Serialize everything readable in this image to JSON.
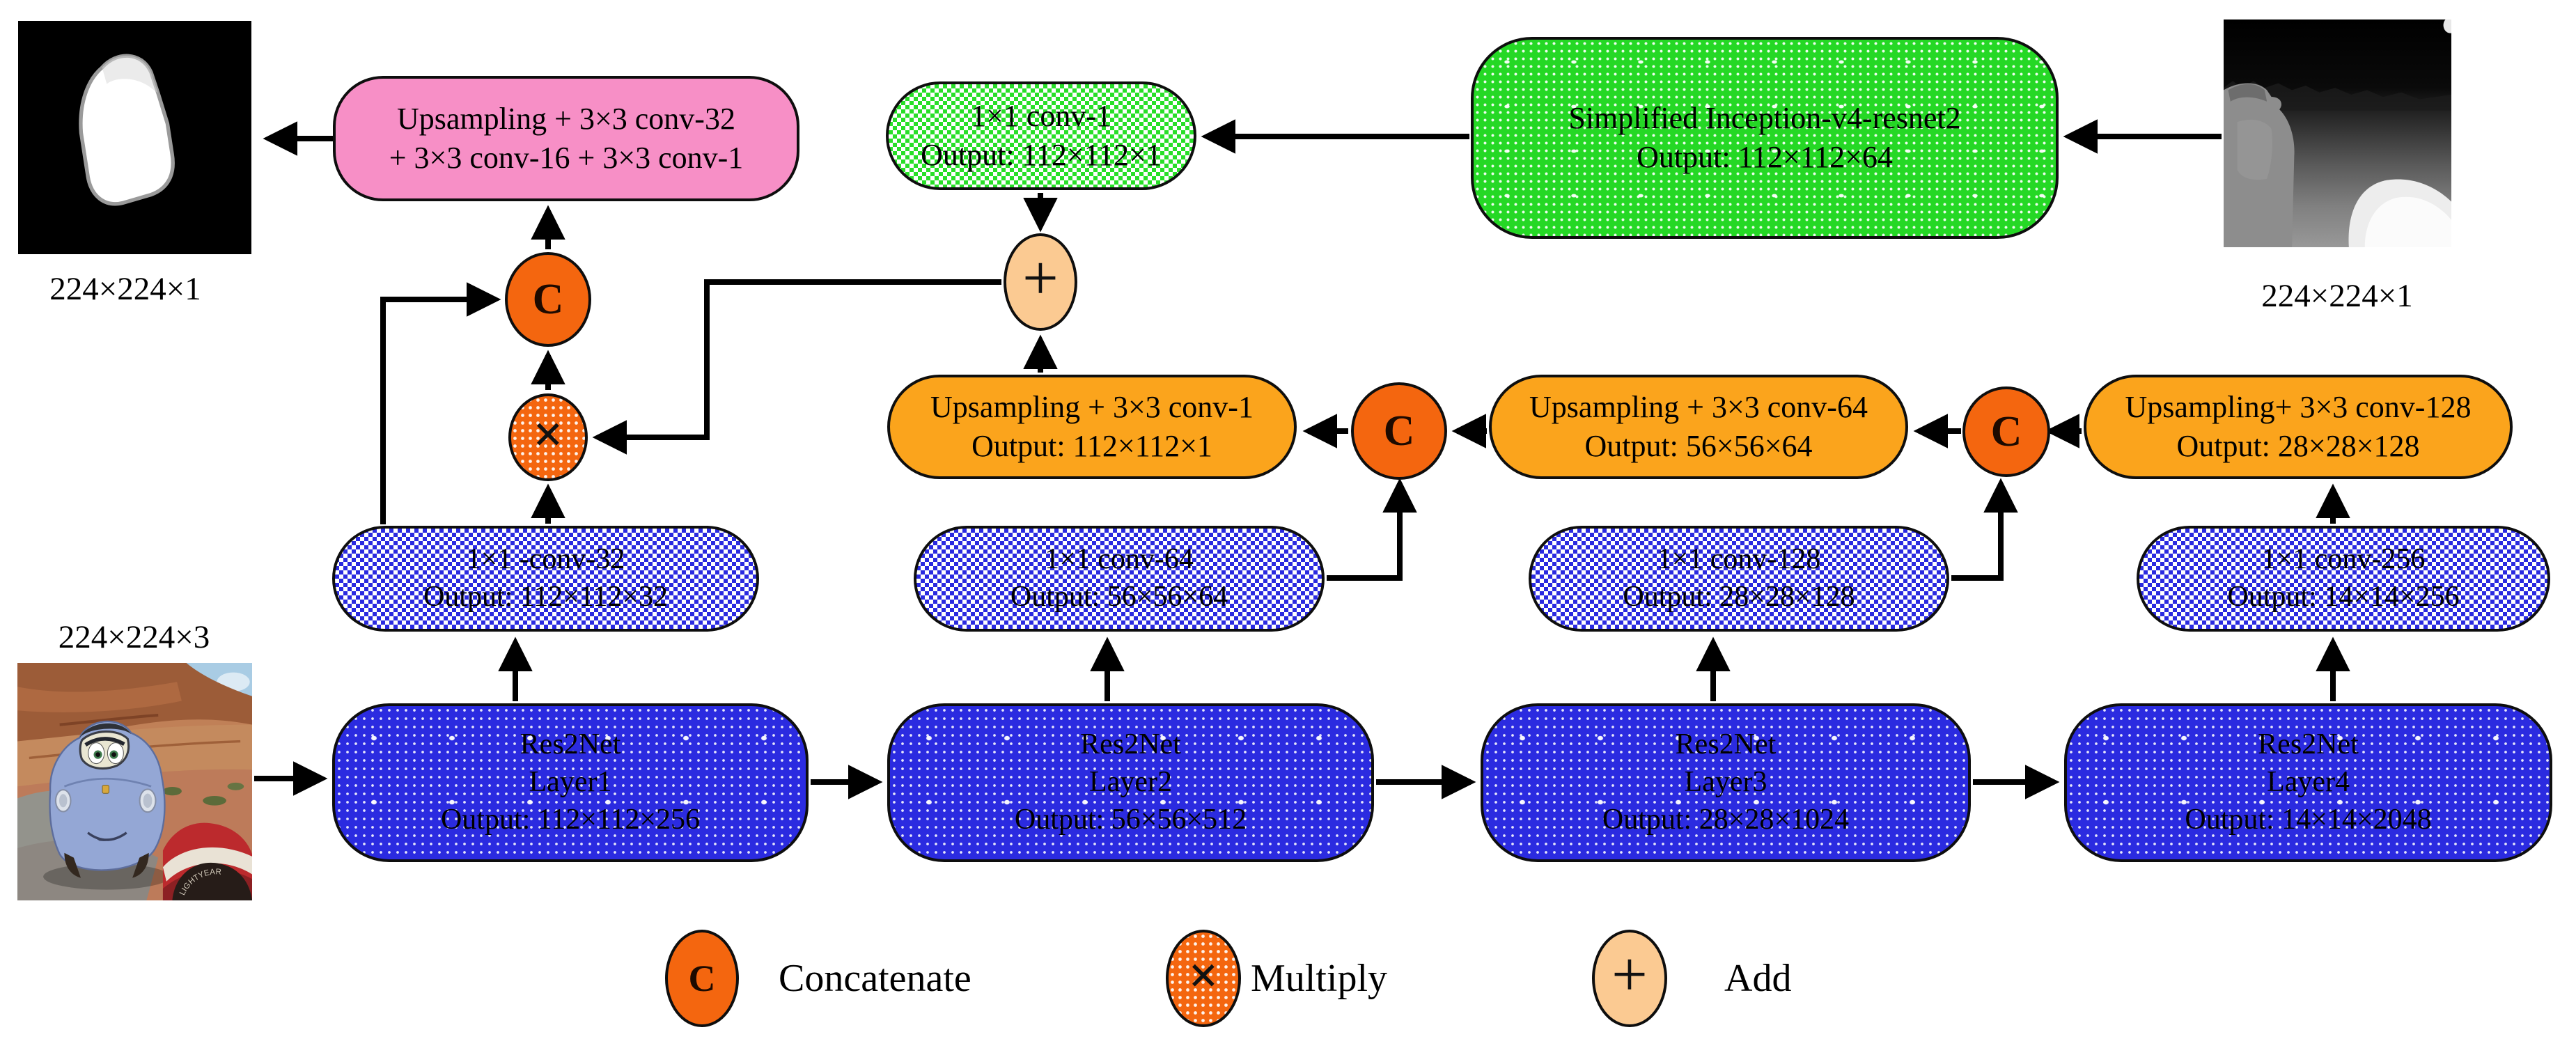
{
  "diagram": {
    "labels": {
      "output_size": "224×224×1",
      "rgb_size": "224×224×3",
      "depth_size": "224×224×1"
    },
    "head_box": {
      "line1": "Upsampling + 3×3 conv-32",
      "line2": "+ 3×3 conv-16 + 3×3 conv-1"
    },
    "depth_branch": {
      "conv_box": {
        "line1": "1×1 conv-1",
        "line2": "Output: 112×112×1"
      },
      "backbone_box": {
        "line1": "Simplified Inception-v4-resnet2",
        "line2": "Output: 112×112×64"
      }
    },
    "upsample_boxes": [
      {
        "line1": "Upsampling + 3×3 conv-1",
        "line2": "Output: 112×112×1"
      },
      {
        "line1": "Upsampling + 3×3 conv-64",
        "line2": "Output: 56×56×64"
      },
      {
        "line1": "Upsampling+ 3×3 conv-128",
        "line2": "Output: 28×28×128"
      }
    ],
    "lateral_boxes": [
      {
        "line1": "1×1 -conv-32",
        "line2": "Output: 112×112×32"
      },
      {
        "line1": "1×1 conv-64",
        "line2": "Output: 56×56×64"
      },
      {
        "line1": "1×1 conv-128",
        "line2": "Output: 28×28×128"
      },
      {
        "line1": "1×1 conv-256",
        "line2": "Output: 14×14×256"
      }
    ],
    "backbone_layers": [
      {
        "line1": "Res2Net",
        "line2": "Layer1",
        "line3": "Output: 112×112×256"
      },
      {
        "line1": "Res2Net",
        "line2": "Layer2",
        "line3": "Output: 56×56×512"
      },
      {
        "line1": "Res2Net",
        "line2": "Layer3",
        "line3": "Output: 28×28×1024"
      },
      {
        "line1": "Res2Net",
        "line2": "Layer4",
        "line3": "Output: 14×14×2048"
      }
    ],
    "operators": {
      "concatenate": "C",
      "multiply": "×",
      "add": "+"
    },
    "legend": [
      {
        "symbol": "C",
        "label": "Concatenate"
      },
      {
        "symbol": "×",
        "label": "Multiply"
      },
      {
        "symbol": "+",
        "label": "Add"
      }
    ],
    "rgb_image": {
      "tire_text": "LIGHTYEAR"
    },
    "colors": {
      "pink": "#f78fc6",
      "orange_box": "#fba41c",
      "concat_circle": "#f4660f",
      "add_circle": "#fbca92",
      "blue_pattern": "#2a2ae0",
      "green_pattern": "#28df28",
      "line": "#000000"
    }
  }
}
